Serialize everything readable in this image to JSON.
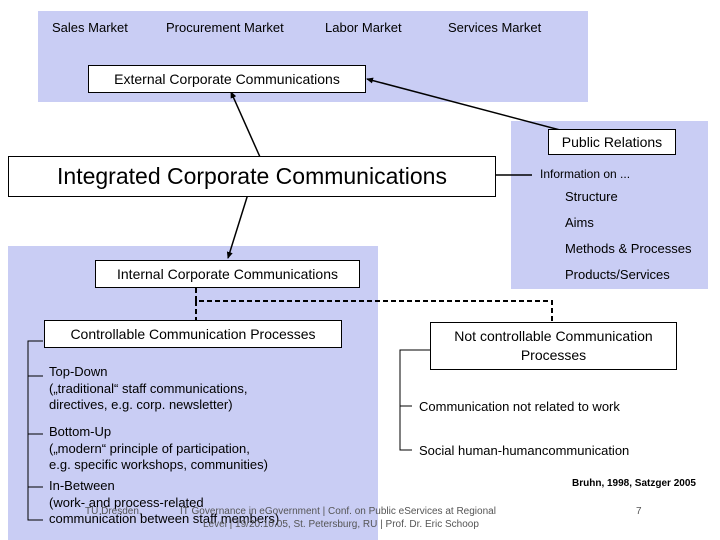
{
  "markets": [
    "Sales Market",
    "Procurement Market",
    "Labor Market",
    "Services Market"
  ],
  "external_comm": "External Corporate Communications",
  "integrated_comm": "Integrated Corporate Communications",
  "internal_comm": "Internal Corporate Communications",
  "public_relations": {
    "title": "Public Relations",
    "info_label": "Information on ...",
    "items": [
      "Structure",
      "Aims",
      "Methods & Processes",
      "Products/Services"
    ]
  },
  "controllable": {
    "title": "Controllable Communication Processes",
    "top_down": [
      "Top-Down",
      "(„traditional“ staff communications,",
      "directives, e.g. corp. newsletter)"
    ],
    "bottom_up": [
      "Bottom-Up",
      "(„modern“ principle of participation,",
      "e.g. specific workshops, communities)"
    ],
    "in_between": [
      "In-Between",
      "(work- and process-related",
      "communication between staff members)"
    ]
  },
  "not_controllable": {
    "title_line1": "Not controllable Communication",
    "title_line2": "Processes",
    "items": [
      "Communication not related to work",
      "Social human-humancommunication"
    ]
  },
  "citation": "Bruhn, 1998, Satzger 2005",
  "footer": {
    "left": "TU Dresden,",
    "center_line1": "IT Governance in eGovernment | Conf. on Public eServices at Regional",
    "center_line2": "Level | 19/20.10.05, St. Petersburg, RU | Prof. Dr. Eric Schoop",
    "page": "7"
  },
  "colors": {
    "panel": "#c9cdf4",
    "box_bg": "#ffffff",
    "line": "#000000"
  }
}
